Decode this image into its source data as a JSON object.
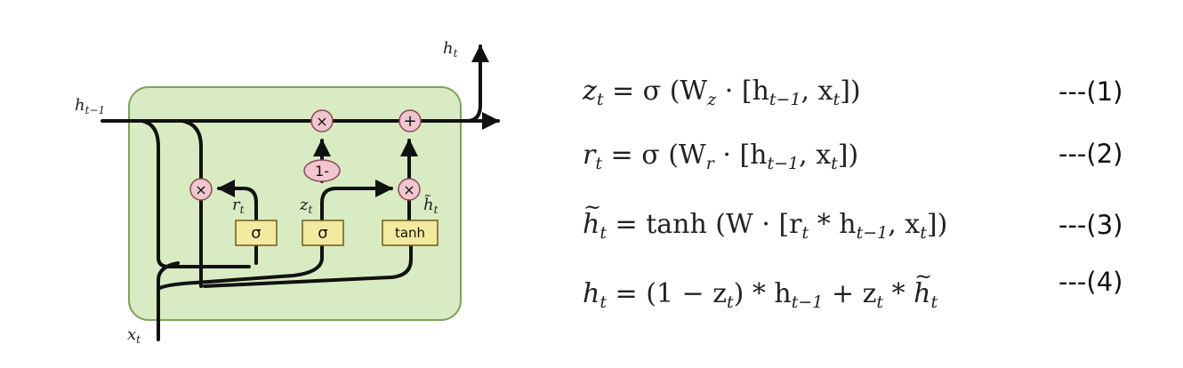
{
  "diagram": {
    "labels": {
      "h_prev": "h",
      "h_prev_sub": "t−1",
      "h_out": "h",
      "h_out_sub": "t",
      "x_in": "x",
      "x_in_sub": "t",
      "r": "r",
      "r_sub": "t",
      "z": "z",
      "z_sub": "t",
      "h_tilde": "h̃",
      "h_tilde_sub": "t"
    },
    "ops": {
      "mul": "×",
      "add": "+",
      "one_minus": "1-"
    },
    "gates": {
      "reset": "σ",
      "update": "σ",
      "candidate": "tanh"
    },
    "colors": {
      "cell_fill": "#d9ebc2",
      "cell_border": "#7ea35e",
      "op_fill": "#f1c6cf",
      "op_border": "#8a4a55",
      "gate_fill": "#f4e9a0",
      "gate_border": "#6b5d1a"
    }
  },
  "equations": [
    {
      "lhs": "z",
      "lhs_sub": "t",
      "rhs": "= σ (W",
      "w_sub": "z",
      "tail": " · [h",
      "h_sub": "t−1",
      "end": ", x",
      "x_sub": "t",
      "close": "])",
      "number": "---(1)"
    },
    {
      "lhs": "r",
      "lhs_sub": "t",
      "rhs": "= σ (W",
      "w_sub": "r",
      "tail": " · [h",
      "h_sub": "t−1",
      "end": ", x",
      "x_sub": "t",
      "close": "])",
      "number": "---(2)"
    },
    {
      "lhs": "h",
      "lhs_sub": "t",
      "rhs": "= tanh (W · [r",
      "r_sub": "t",
      "mid": " * h",
      "h_sub": "t−1",
      "end": ", x",
      "x_sub": "t",
      "close": "])",
      "number": "---(3)"
    },
    {
      "lhs": "h",
      "lhs_sub": "t",
      "rhs": "= (1 − z",
      "z_sub": "t",
      "mid": ") * h",
      "h_sub": "t−1",
      "plus": " + z",
      "z2_sub": "t",
      "star": " * ",
      "htl": "h",
      "htl_sub": "t",
      "number": "---(4)"
    }
  ]
}
